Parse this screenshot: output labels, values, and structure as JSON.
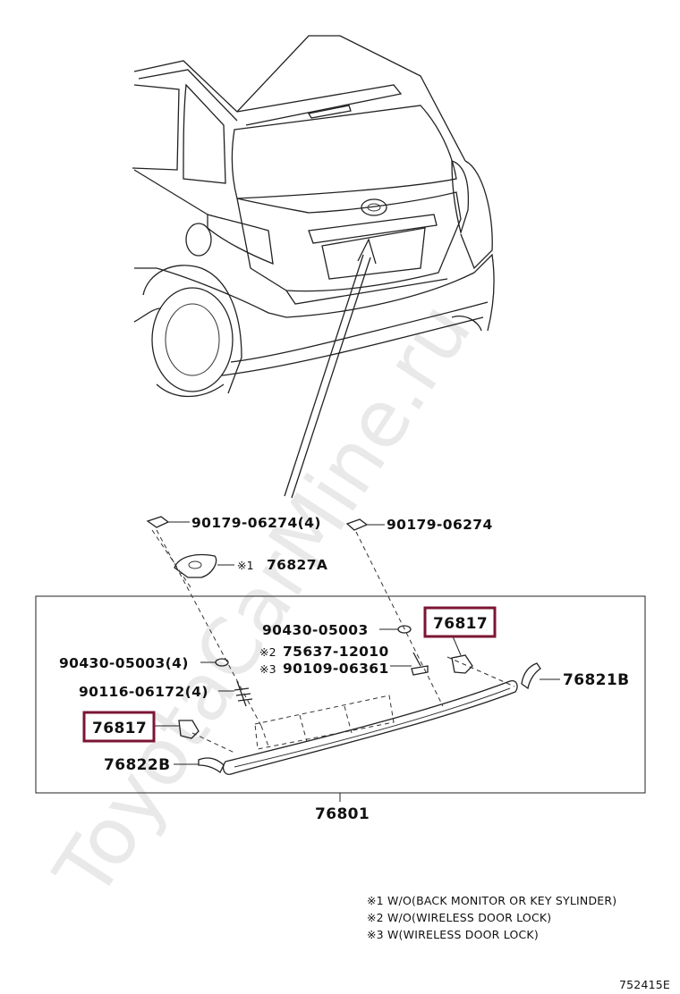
{
  "watermark": "ToyotaCarMine.ru",
  "callouts": {
    "clip_left": "90179-06274(4)",
    "clip_right": "90179-06274",
    "bracket": "76827A",
    "bracket_mark": "※1",
    "nut_right": "90430-05003",
    "bolt_a_mark": "※2",
    "bolt_a": "75637-12010",
    "bolt_b_mark": "※3",
    "bolt_b": "90109-06361",
    "nut_left": "90430-05003(4)",
    "stud": "90116-06172(4)",
    "clip_r_highlight": "76817",
    "clip_l_highlight": "76817",
    "end_right": "76821B",
    "end_left": "76822B",
    "assembly": "76801"
  },
  "notes": [
    "※1 W/O(BACK MONITOR OR KEY SYLINDER)",
    "※2 W/O(WIRELESS DOOR LOCK)",
    "※3 W(WIRELESS DOOR LOCK)"
  ],
  "figure_id": "752415E",
  "colors": {
    "highlight": "#7b1533",
    "line": "#222222",
    "watermark": "#e9e9e9"
  }
}
